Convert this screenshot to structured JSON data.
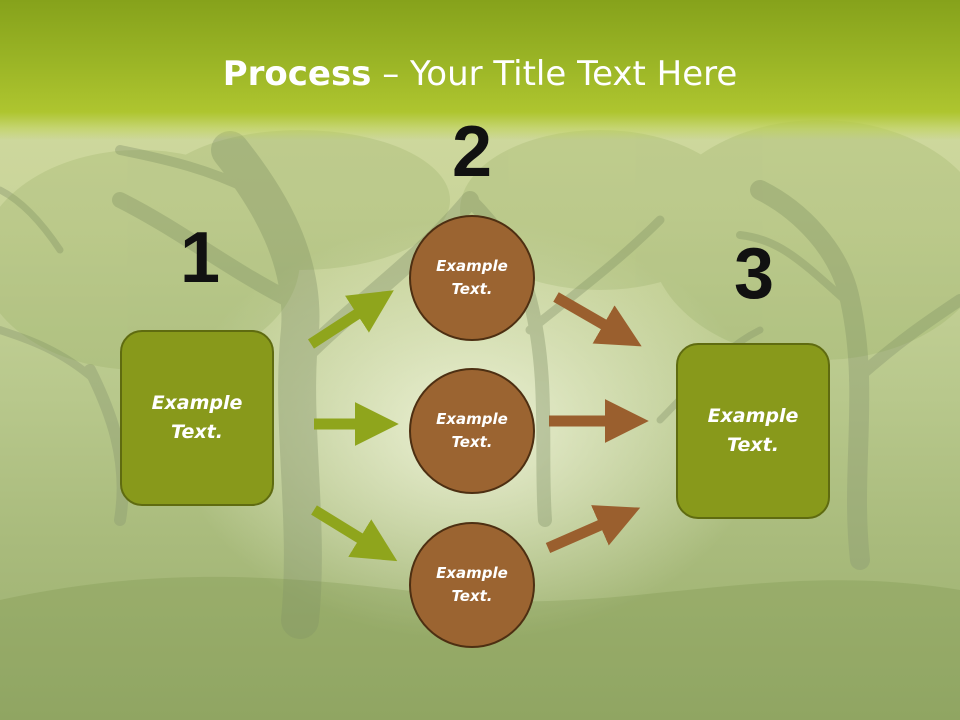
{
  "title": {
    "bold": "Process",
    "rest": " – Your Title Text Here"
  },
  "steps": {
    "one": {
      "number": "1",
      "text_line1": "Example",
      "text_line2": "Text."
    },
    "two": {
      "number": "2"
    },
    "three": {
      "number": "3",
      "text_line1": "Example",
      "text_line2": "Text."
    }
  },
  "circles": [
    {
      "text_line1": "Example",
      "text_line2": "Text."
    },
    {
      "text_line1": "Example",
      "text_line2": "Text."
    },
    {
      "text_line1": "Example",
      "text_line2": "Text."
    }
  ],
  "colors": {
    "green_box": "#88991b",
    "brown_circle": "#9b6431",
    "green_arrow": "#8fa51c",
    "brown_arrow": "#9a5f2e",
    "header": "#9bb526"
  }
}
